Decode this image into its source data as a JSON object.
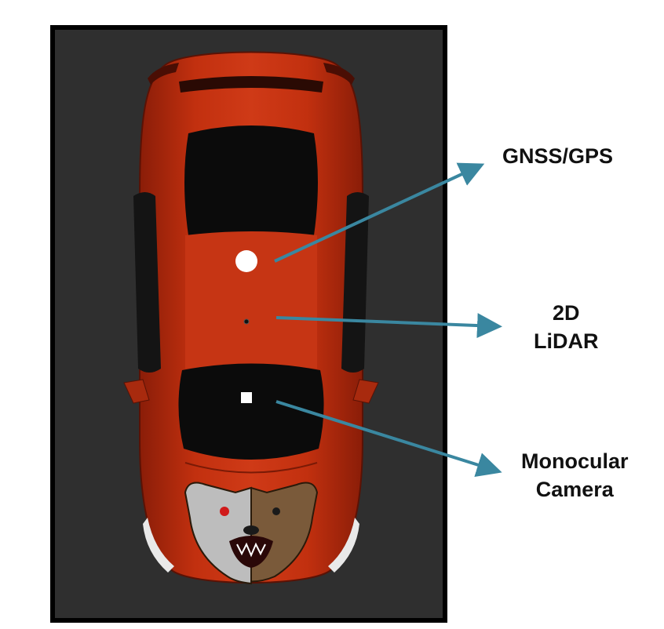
{
  "labels": {
    "gnss": "GNSS/GPS",
    "lidar_line1": "2D",
    "lidar_line2": "LiDAR",
    "camera_line1": "Monocular",
    "camera_line2": "Camera"
  },
  "colors": {
    "background": "#ffffff",
    "frame_border": "#000000",
    "frame_fill": "#2f2f2f",
    "car_body": "#b42a0e",
    "car_body_highlight": "#d23b18",
    "glass": "#0b0b0b",
    "arrow": "#3a87a0",
    "sensor": "#ffffff"
  },
  "sensors": [
    "gnss-antenna",
    "lidar-sensor",
    "monocular-camera"
  ],
  "logo": "bear-mascot-logo"
}
